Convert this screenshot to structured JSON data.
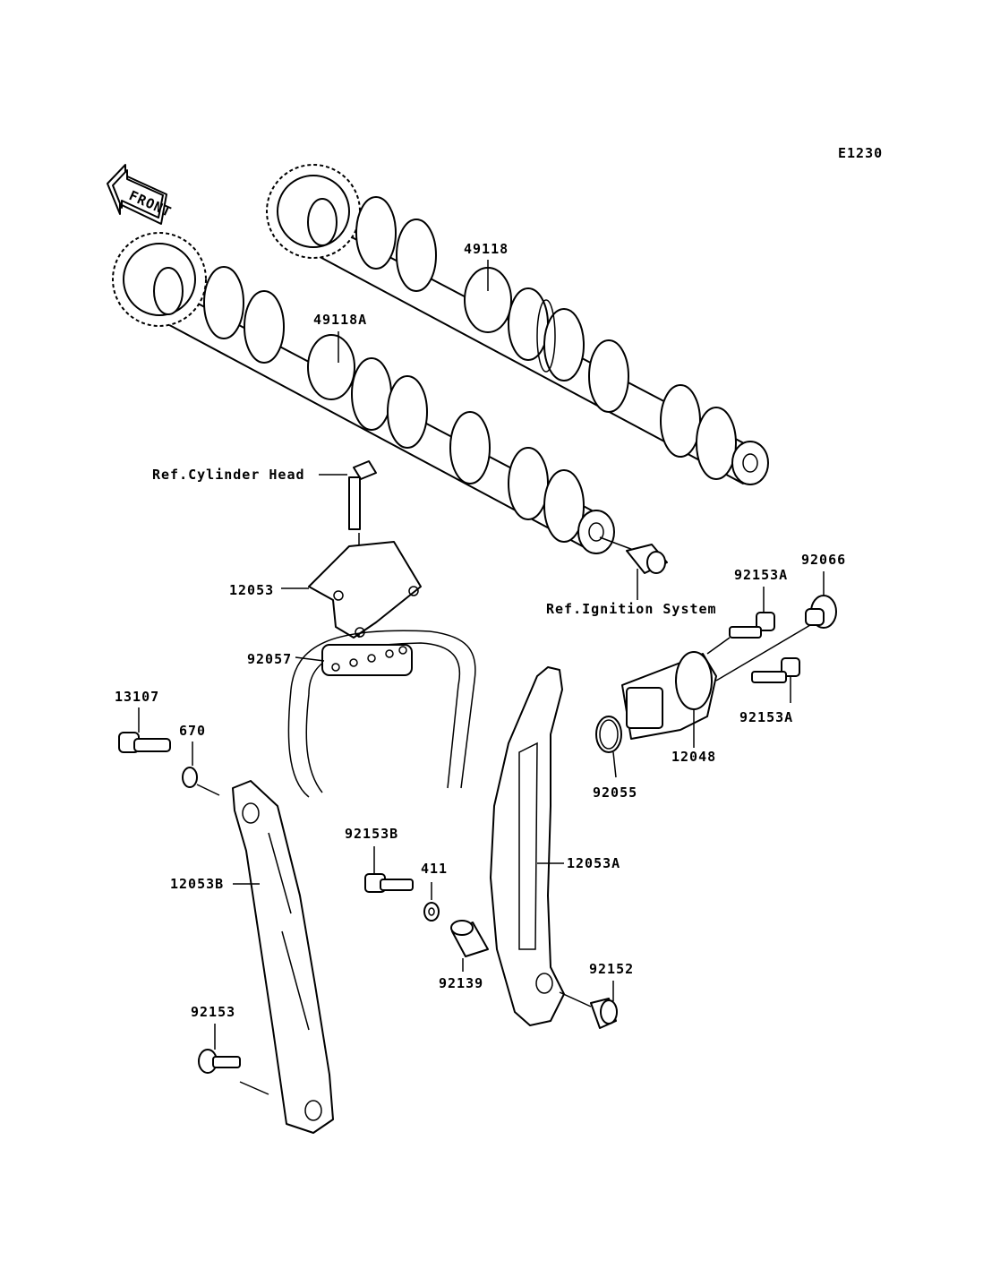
{
  "diagram_code": "E1230",
  "front_label": "FRONT",
  "labels": {
    "p49118": "49118",
    "p49118A": "49118A",
    "ref_cylinder_head": "Ref.Cylinder Head",
    "ref_ignition_system": "Ref.Ignition System",
    "p12053": "12053",
    "p92153A_top": "92153A",
    "p92066": "92066",
    "p92057": "92057",
    "p13107": "13107",
    "p670": "670",
    "p92153A_bottom": "92153A",
    "p12048": "12048",
    "p92055": "92055",
    "p92153B": "92153B",
    "p411": "411",
    "p12053A": "12053A",
    "p12053B": "12053B",
    "p92139": "92139",
    "p92152": "92152",
    "p92153": "92153"
  }
}
